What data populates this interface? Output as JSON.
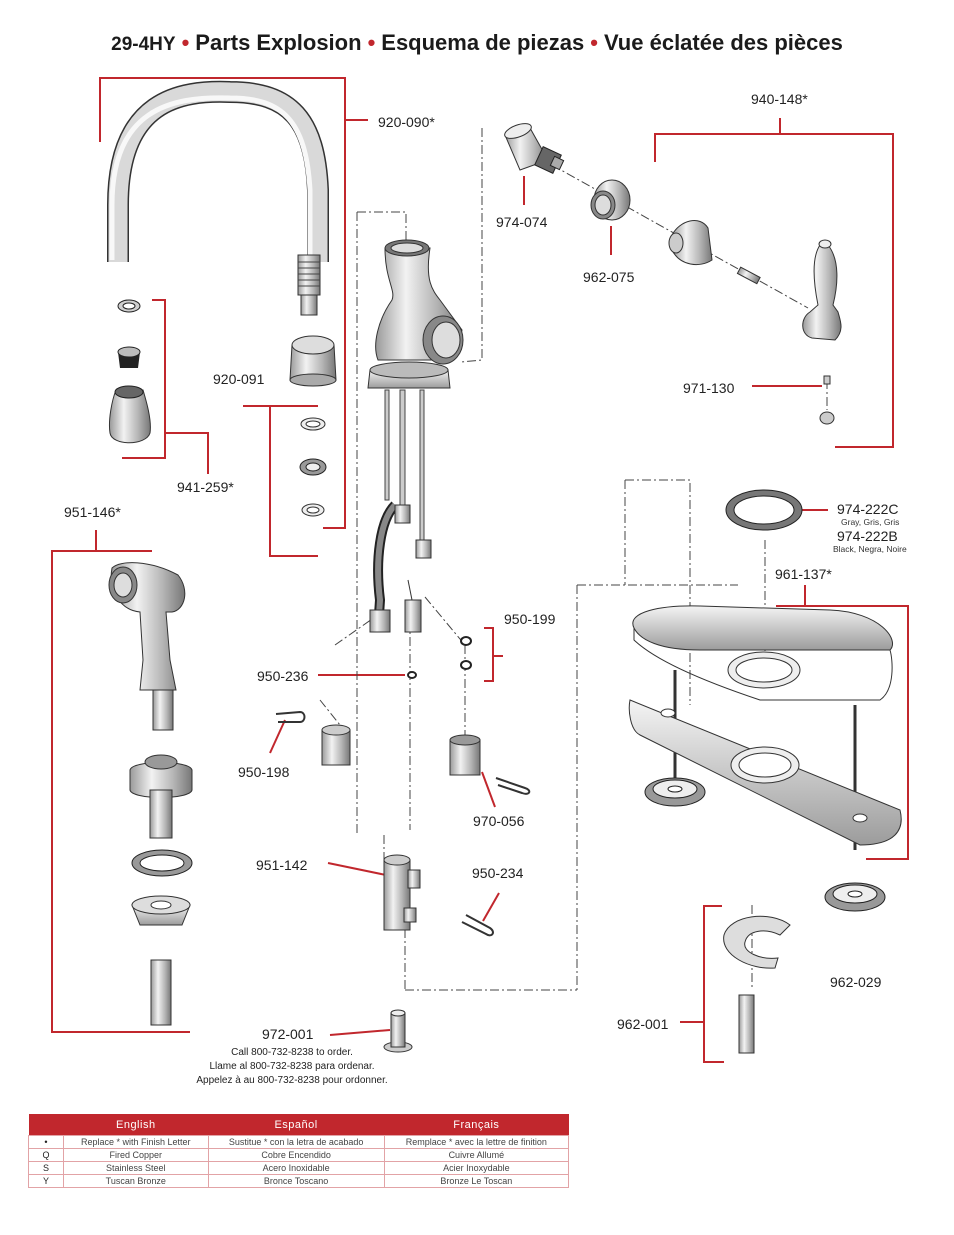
{
  "title": {
    "model": "29-4HY",
    "english": "Parts Explosion",
    "spanish": "Esquema de piezas",
    "french": "Vue éclatée des pièces"
  },
  "parts": {
    "p920_090": "920-090*",
    "p974_074": "974-074",
    "p962_075": "962-075",
    "p940_148": "940-148*",
    "p971_130": "971-130",
    "p920_091": "920-091",
    "p941_259": "941-259*",
    "p951_146": "951-146*",
    "p974_222c": "974-222C",
    "p974_222c_note": "Gray, Gris, Gris",
    "p974_222b": "974-222B",
    "p974_222b_note": "Black, Negra, Noire",
    "p961_137": "961-137*",
    "p950_199": "950-199",
    "p950_236": "950-236",
    "p950_198": "950-198",
    "p970_056": "970-056",
    "p951_142": "951-142",
    "p950_234": "950-234",
    "p962_029": "962-029",
    "p962_001": "962-001",
    "p972_001": "972-001"
  },
  "order_info": {
    "en": "Call 800-732-8238 to order.",
    "es": "Llame al 800-732-8238 para ordenar.",
    "fr": "Appelez à au 800-732-8238 pour ordonner."
  },
  "finish_table": {
    "headers": [
      "English",
      "Español",
      "Français"
    ],
    "rows": [
      {
        "code": "•",
        "en": "Replace * with Finish Letter",
        "es": "Sustitue * con la letra de acabado",
        "fr": "Remplace * avec la lettre de finition"
      },
      {
        "code": "Q",
        "en": "Fired Copper",
        "es": "Cobre Encendido",
        "fr": "Cuivre Allumé"
      },
      {
        "code": "S",
        "en": "Stainless Steel",
        "es": "Acero Inoxidable",
        "fr": "Acier Inoxydable"
      },
      {
        "code": "Y",
        "en": "Tuscan Bronze",
        "es": "Bronce Toscano",
        "fr": "Bronze Le Toscan"
      }
    ]
  },
  "colors": {
    "accent": "#c1272d",
    "line": "#555555"
  }
}
